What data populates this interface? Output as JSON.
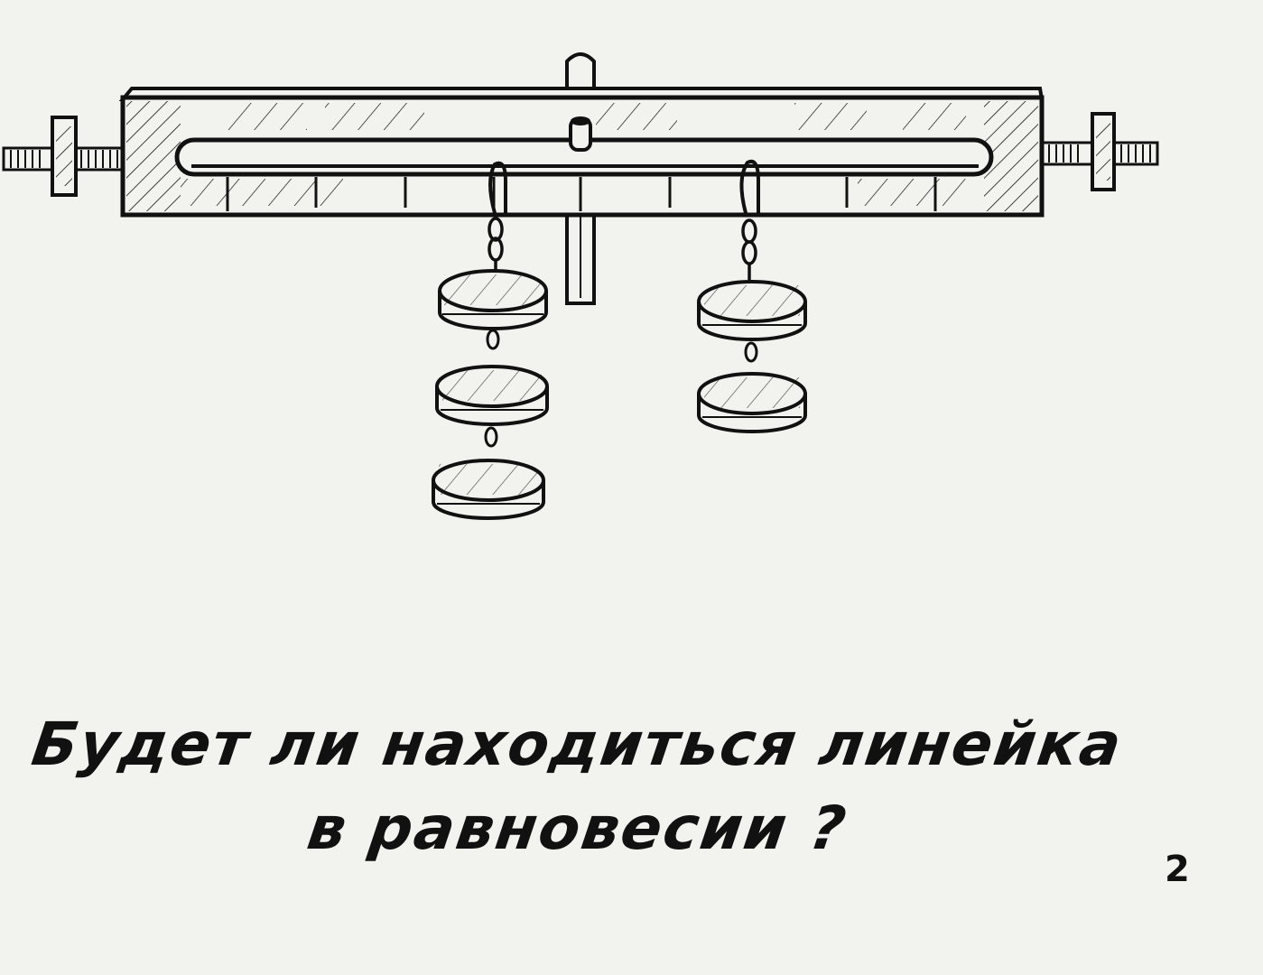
{
  "caption": {
    "line1": "Будет ли находиться линейка",
    "line2": "в равновесии ?"
  },
  "page_number": "2",
  "colors": {
    "ink": "#111111",
    "paper": "#f2f2ef"
  },
  "diagram": {
    "left_stack_disks": 3,
    "right_stack_disks": 2
  }
}
